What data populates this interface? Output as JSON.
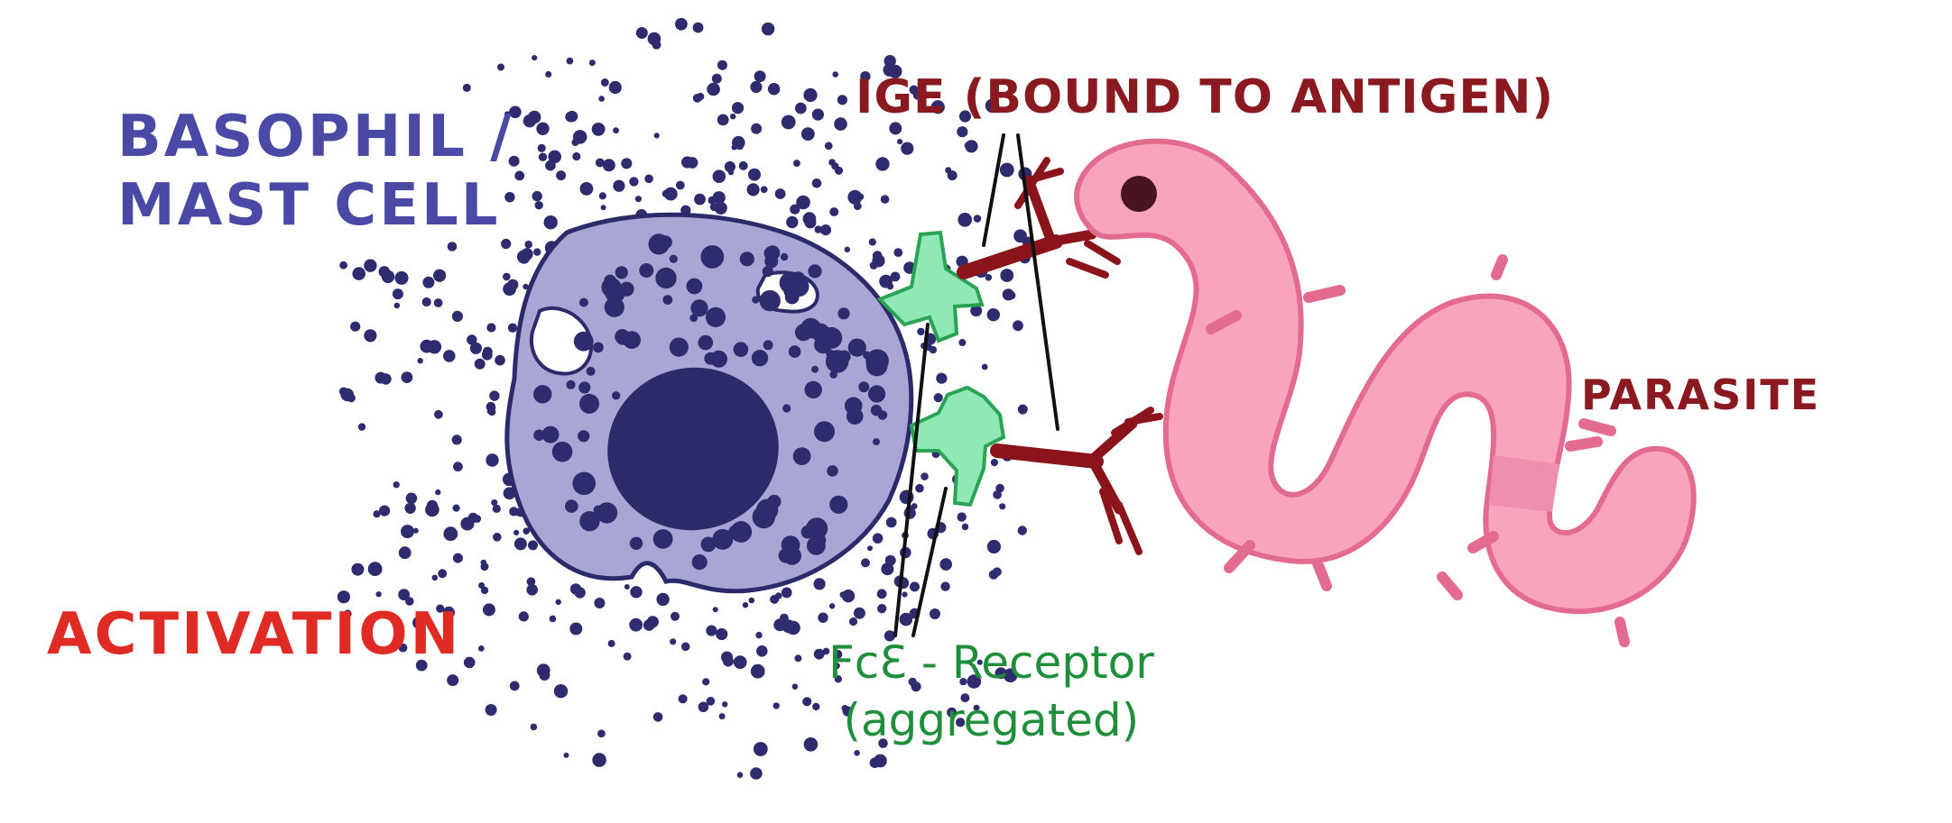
{
  "labels": {
    "cell_line1": "BASOPHIL /",
    "cell_line2": "MAST CELL",
    "activation": "ACTIVATION",
    "ige": "IGE (BOUND TO ANTIGEN)",
    "parasite": "PARASITE",
    "receptor_line1": "FcƐ - Receptor",
    "receptor_line2": "(aggregated)"
  },
  "colors": {
    "cell_label": "#4a4aa6",
    "activation": "#e02a24",
    "ige": "#8a1a1f",
    "parasite_label": "#8a1a1f",
    "receptor": "#1f8f3c",
    "cell_body": "#a9a6d6",
    "cell_outline": "#2b2a6a",
    "nucleus": "#2c2a68",
    "granule": "#2e2c6e",
    "receptor_fill": "#8fe8b6",
    "receptor_stroke": "#2aa352",
    "antibody": "#8a1419",
    "worm_fill": "#f7a4bc",
    "worm_stroke": "#e46b90",
    "worm_band": "#ee8fae",
    "worm_eye": "#4a1320"
  }
}
